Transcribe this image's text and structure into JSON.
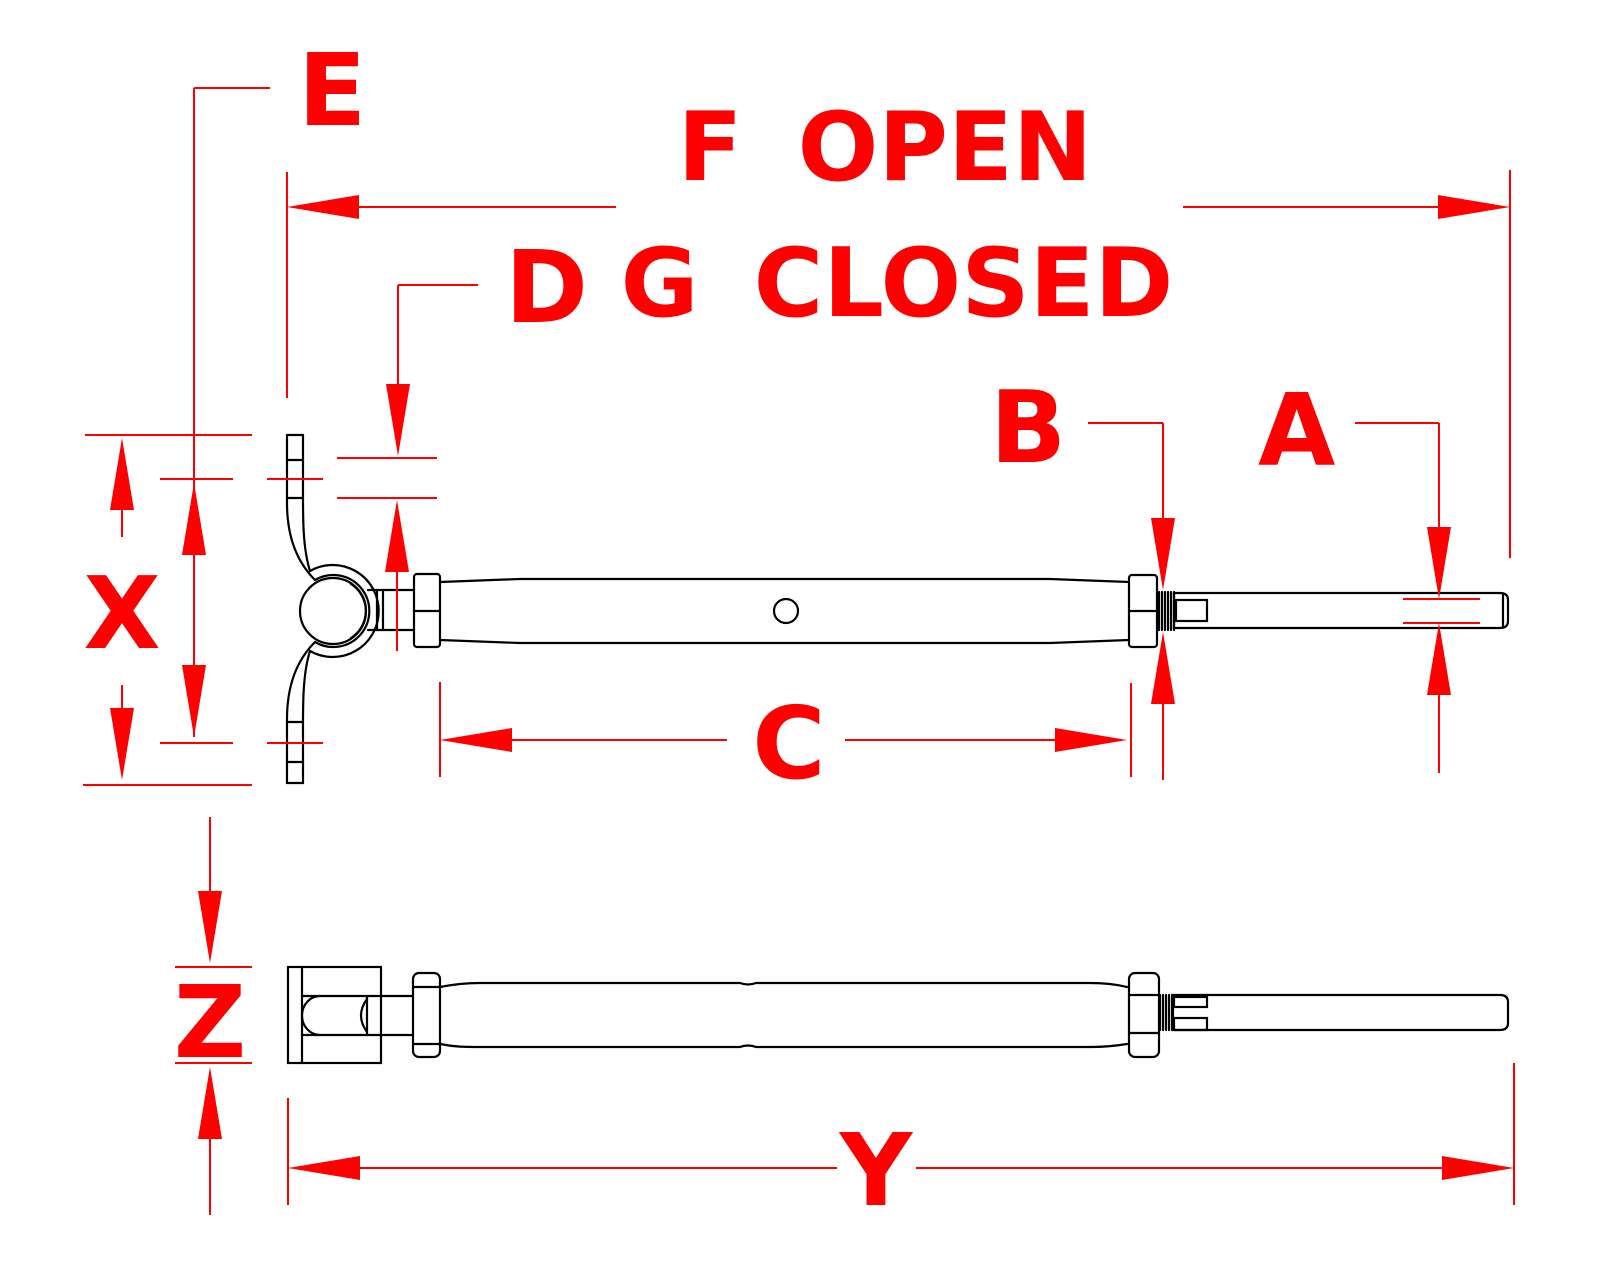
{
  "drawing_type": "turnbuckle-toggle-jaw-and-swage-stud-dimensioned-drawing",
  "colors": {
    "dimension_red": "#ff0000",
    "part_line_black": "#000000",
    "background": "#ffffff"
  },
  "dimension_labels": {
    "a": "A",
    "b": "B",
    "c": "C",
    "d": "D",
    "e": "E",
    "f_open": "F OPEN",
    "g_closed": "G CLOSED",
    "x": "X",
    "y": "Y",
    "z": "Z"
  }
}
